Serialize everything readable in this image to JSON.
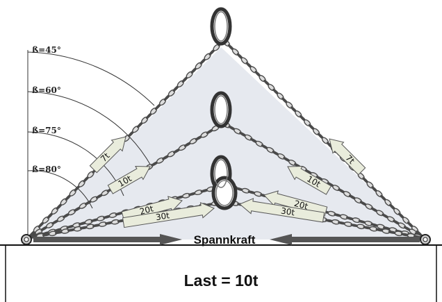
{
  "angles": [
    {
      "label": "ß=45°",
      "beta_deg": 45
    },
    {
      "label": "ß=60°",
      "beta_deg": 60
    },
    {
      "label": "ß=75°",
      "beta_deg": 75
    },
    {
      "label": "ß=80°",
      "beta_deg": 80
    }
  ],
  "forces": [
    {
      "label": "7t"
    },
    {
      "label": "10t"
    },
    {
      "label": "20t"
    },
    {
      "label": "30t"
    }
  ],
  "tension_label": "Spannkraft",
  "load_label": "Last = 10t",
  "colors": {
    "chain": "#4a4a4a",
    "arrow_fill": "#e9ecdc",
    "arrow_stroke": "#555555",
    "load_area": "#e6e9ef",
    "tension_arrow": "#555555"
  }
}
